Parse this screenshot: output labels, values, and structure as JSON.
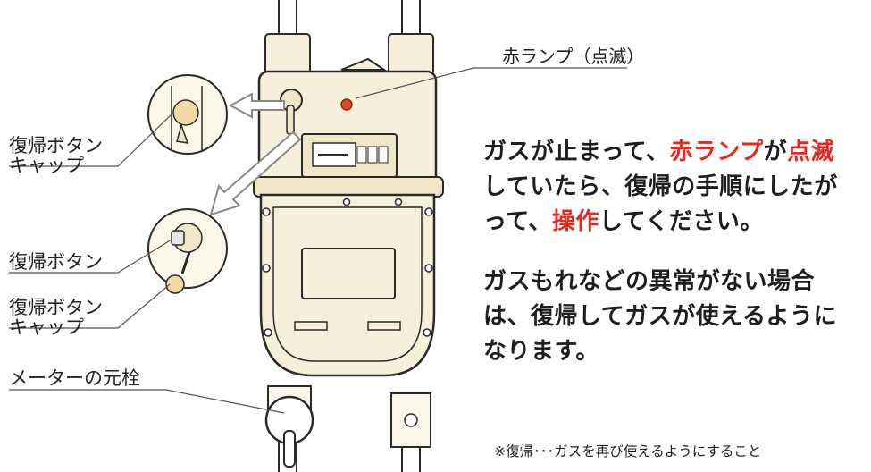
{
  "labels": {
    "red_lamp": "赤ランプ（点滅）",
    "reset_cap_top": {
      "line1": "復帰ボタン",
      "line2": "キャップ"
    },
    "reset_button": "復帰ボタン",
    "reset_cap_bottom": {
      "line1": "復帰ボタン",
      "line2": "キャップ"
    },
    "meter_valve": "メーターの元栓"
  },
  "instructions": {
    "p1_line1_a": "ガスが止まって、",
    "p1_line1_b": "赤ランプ",
    "p1_line1_c": "が",
    "p1_line1_d": "点滅",
    "p1_line2": "していたら、復帰の手順にしたが",
    "p1_line3_a": "って、",
    "p1_line3_b": "操作",
    "p1_line3_c": "してください。",
    "p2_line1": "ガスもれなどの異常がない場合",
    "p2_line2": "は、復帰してガスが使えるように",
    "p2_line3": "なります。"
  },
  "footnote": "※復帰･･･ガスを再び使えるようにすること",
  "colors": {
    "highlight": "#e8281e",
    "meter_body": "#f6efd9",
    "outline": "#2a2a2a",
    "lamp": "#e04a1c"
  }
}
